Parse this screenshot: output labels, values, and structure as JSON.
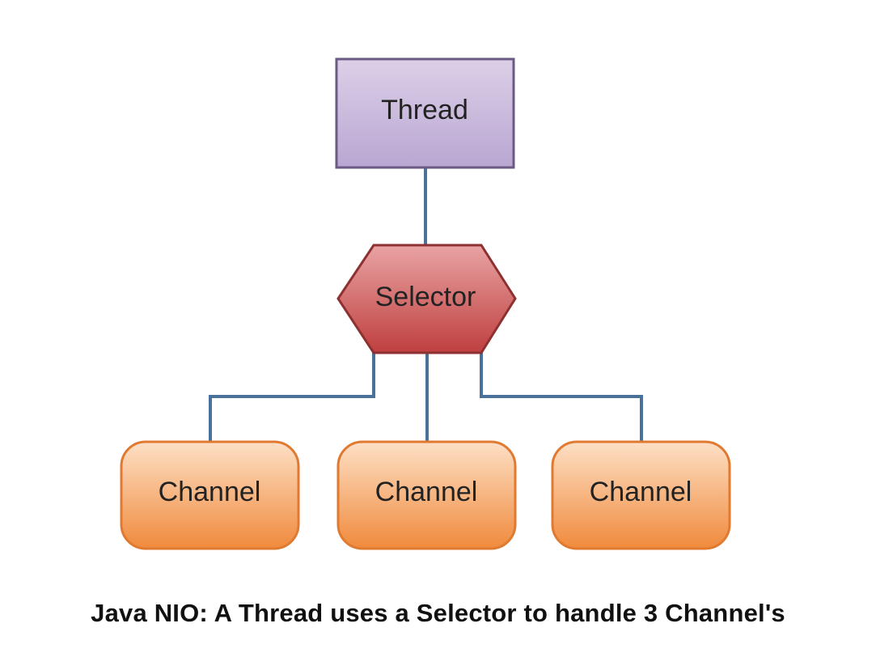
{
  "diagram": {
    "thread": {
      "label": "Thread"
    },
    "selector": {
      "label": "Selector"
    },
    "channels": [
      {
        "label": "Channel"
      },
      {
        "label": "Channel"
      },
      {
        "label": "Channel"
      }
    ],
    "caption": "Java NIO: A Thread uses a Selector to handle 3 Channel's"
  },
  "colors": {
    "thread_fill_top": "#dcd0e8",
    "thread_fill_bottom": "#b9a6d2",
    "thread_stroke": "#6b5a86",
    "selector_fill_top": "#e9a3a3",
    "selector_fill_bottom": "#bf3f3f",
    "selector_stroke": "#8e3030",
    "channel_fill_top": "#fde0c6",
    "channel_fill_bottom": "#f08a3c",
    "channel_stroke": "#e07a30",
    "connector": "#4a7199"
  }
}
